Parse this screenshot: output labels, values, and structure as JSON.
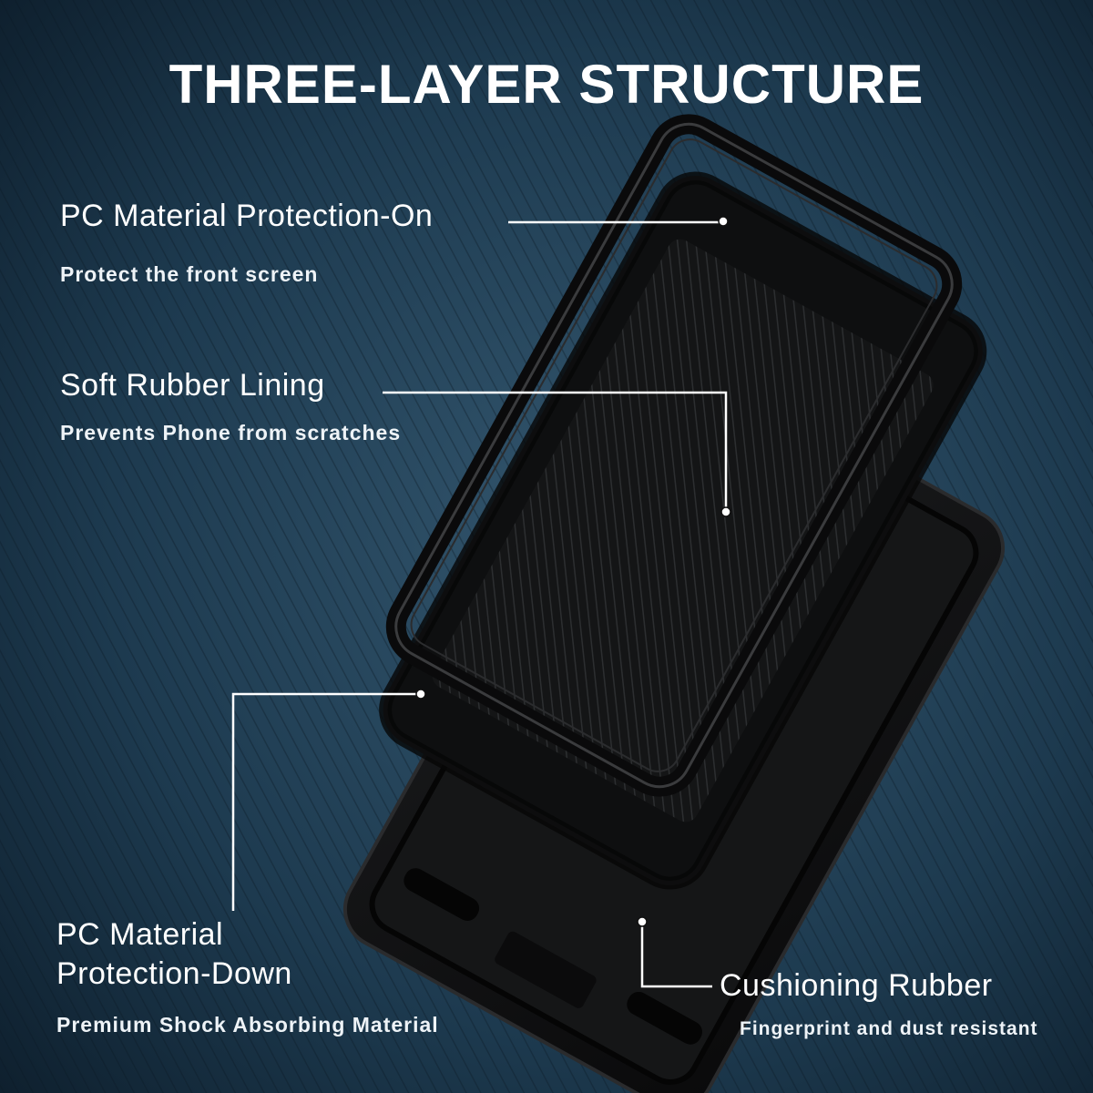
{
  "title": "THREE-LAYER STRUCTURE",
  "callouts": {
    "pc_on": {
      "heading": "PC Material Protection-On",
      "subtext": "Protect the front screen"
    },
    "lining": {
      "heading": "Soft Rubber Lining",
      "subtext": "Prevents Phone from scratches"
    },
    "pc_down": {
      "heading_line1": "PC Material",
      "heading_line2": "Protection-Down",
      "subtext": "Premium Shock Absorbing Material"
    },
    "cushion": {
      "heading": "Cushioning Rubber",
      "subtext": "Fingerprint and dust resistant"
    }
  },
  "colors": {
    "background_dark": "#0f2233",
    "background_light": "#2e4d63",
    "case_black": "#0d0d0e",
    "text": "#ffffff"
  }
}
